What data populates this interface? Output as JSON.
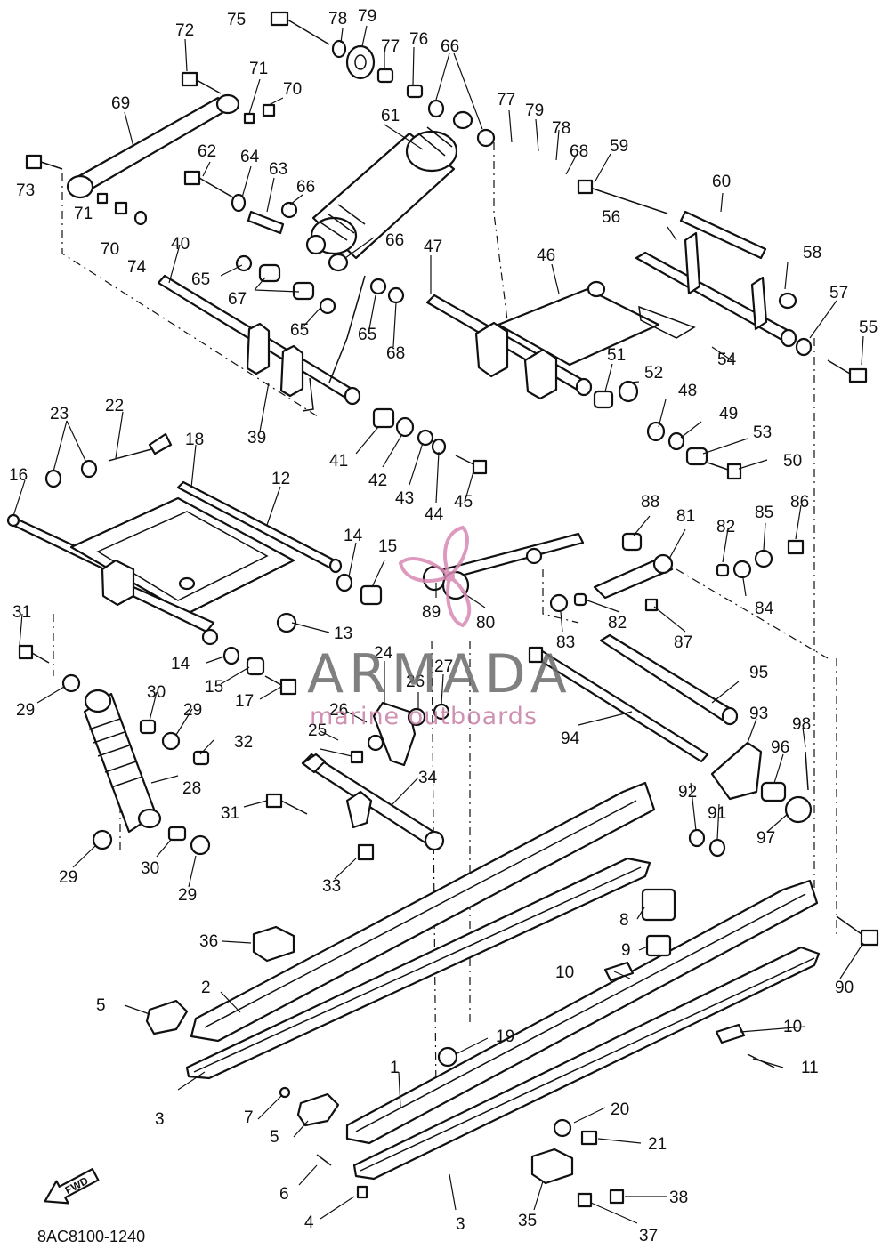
{
  "diagram": {
    "drawing_code": "8AC8100-1240",
    "fwd_label": "FWD",
    "watermark": {
      "brand": "ARMADA",
      "tagline": "marine outboards"
    },
    "callouts": [
      "1",
      "2",
      "3",
      "3",
      "4",
      "5",
      "5",
      "6",
      "7",
      "8",
      "9",
      "10",
      "10",
      "11",
      "12",
      "13",
      "14",
      "14",
      "15",
      "15",
      "16",
      "17",
      "18",
      "19",
      "20",
      "21",
      "22",
      "23",
      "24",
      "25",
      "26",
      "26",
      "27",
      "28",
      "29",
      "29",
      "29",
      "29",
      "30",
      "30",
      "31",
      "31",
      "32",
      "33",
      "34",
      "35",
      "36",
      "37",
      "38",
      "39",
      "40",
      "41",
      "42",
      "43",
      "44",
      "45",
      "46",
      "47",
      "48",
      "49",
      "50",
      "51",
      "52",
      "53",
      "54",
      "55",
      "56",
      "57",
      "58",
      "59",
      "60",
      "61",
      "62",
      "63",
      "64",
      "65",
      "65",
      "65",
      "66",
      "66",
      "66",
      "67",
      "68",
      "68",
      "69",
      "70",
      "70",
      "71",
      "71",
      "72",
      "73",
      "74",
      "75",
      "76",
      "77",
      "77",
      "78",
      "78",
      "79",
      "79",
      "80",
      "81",
      "82",
      "82",
      "83",
      "84",
      "85",
      "86",
      "87",
      "88",
      "89",
      "90",
      "91",
      "92",
      "93",
      "94",
      "95",
      "96",
      "97",
      "98"
    ]
  }
}
